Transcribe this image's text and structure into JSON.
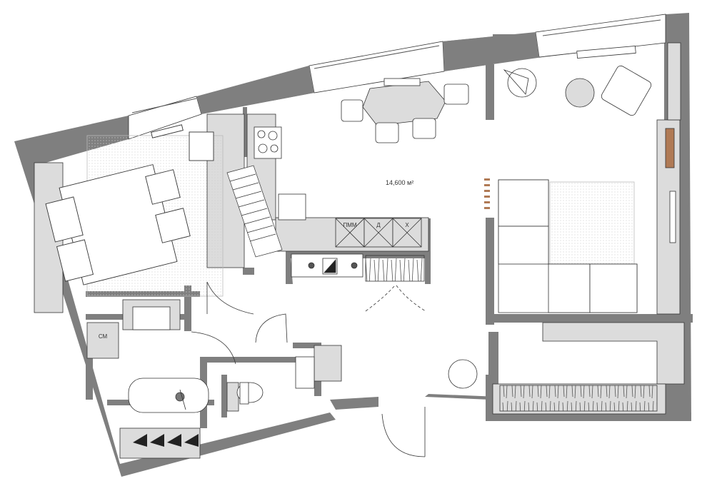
{
  "plan": {
    "area_label": "14,600 м²",
    "appliance_labels": {
      "dishwasher": "ПММ",
      "d": "Д",
      "h": "Х"
    },
    "closet_label": "СМ"
  },
  "colors": {
    "wall": "#7f7f7f",
    "light_fill": "#dcdcdc",
    "floor": "#ffffff",
    "line": "#333333",
    "wood_accent": "#b07a55",
    "rug_dots": "#cfcfcf"
  }
}
